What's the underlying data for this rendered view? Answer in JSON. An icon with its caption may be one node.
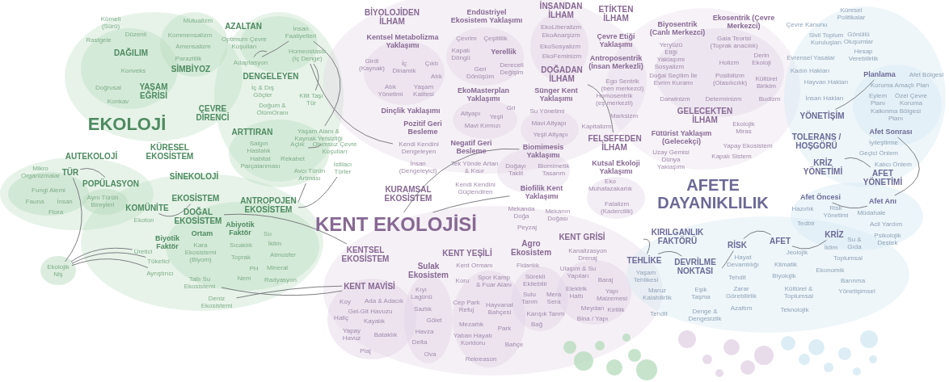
{
  "diagram": {
    "nodes": [
      {
        "text": [
          "İnsan Faaliyetleri"
        ]
      },
      {
        "text": [
          "Optimum Çevre Koşulları"
        ]
      },
      {
        "text": [
          "Homeostasis (İç Denge)"
        ]
      },
      {
        "text": [
          "Adaptasyon"
        ]
      },
      {
        "text": [
          "Kilit Taşı Tür"
        ]
      },
      {
        "text": [
          "Yaşam Alanı & Kaynak Yetsizliği"
        ]
      },
      {
        "text": [
          "Olumsuz Çevre Koşulları"
        ]
      },
      {
        "text": [
          "İstilacı Türler"
        ]
      },
      {
        "text": [
          "Avcı Türün Artması"
        ]
      },
      {
        "text": [
          "TÜR"
        ]
      },
      {
        "text": [
          "POPÜLASYON"
        ]
      },
      {
        "text": [
          "KOMÜNİTE"
        ]
      },
      {
        "text": [
          "EKOSİSTEM"
        ]
      },
      {
        "text": [
          "ANTROPOJEN EKOSİSTEM"
        ]
      },
      {
        "text": [
          "DOĞAL EKOSİSTEM"
        ]
      },
      {
        "text": [
          "Üretici"
        ]
      },
      {
        "text": [
          "Tüketici"
        ]
      },
      {
        "text": [
          "Ekolojik Niş"
        ]
      },
      {
        "text": [
          "Ayrıştırıcı"
        ]
      },
      {
        "text": [
          "Tatlı Su Ekosistemi"
        ]
      },
      {
        "text": [
          "Deniz Ekosistemi"
        ]
      },
      {
        "text": [
          "Kendi Kendini Dengeleyen"
        ]
      },
      {
        "text": [
          "DOĞADAN İLHAM"
        ]
      },
      {
        "text": [
          "FELSEFEDEN İLHAM"
        ]
      },
      {
        "text": [
          "Biomimesis Yaklaşımı"
        ]
      },
      {
        "text": [
          "KURAMSAL EKOSİSTEM"
        ]
      },
      {
        "text": [
          "Biofilik Kent Yaklaşımı"
        ]
      },
      {
        "text": [
          "KENT EKOLOJİSİ"
        ]
      },
      {
        "text": [
          "KENTSEL EKOSİSTEM"
        ]
      },
      {
        "text": [
          "KENT MAVİSİ"
        ]
      },
      {
        "text": [
          "Planlama"
        ]
      },
      {
        "text": [
          "YÖNETİŞİM"
        ]
      },
      {
        "text": [
          "Afet Sonrası"
        ]
      },
      {
        "text": [
          "KRİZ YÖNETİMİ"
        ]
      },
      {
        "text": [
          "AFET YÖNETİMİ"
        ]
      },
      {
        "text": [
          "Afet Öncesi"
        ]
      },
      {
        "text": [
          "Afet Anı"
        ]
      },
      {
        "text": [
          "KIRILGANLIK FAKTÖRÜ"
        ]
      },
      {
        "text": [
          "KRİZ"
        ]
      },
      {
        "text": [
          "AFET"
        ]
      },
      {
        "text": [
          "RİSK"
        ]
      },
      {
        "text": [
          "TEHLİKE"
        ]
      },
      {
        "text": [
          "DEVRİLME NOKTASI"
        ]
      }
    ],
    "edges": [
      {
        "from": 1,
        "to": 3,
        "arrow": "none"
      },
      {
        "from": 3,
        "to": 0,
        "arrow": "none"
      },
      {
        "from": 2,
        "to": 4,
        "arrow": "none"
      },
      {
        "from": 0,
        "to": 5,
        "arrow": "none"
      },
      {
        "from": 5,
        "to": 6,
        "arrow": "none"
      },
      {
        "from": 2,
        "to": 21,
        "arrow": "none"
      },
      {
        "from": 13,
        "to": 8,
        "arrow": "none"
      },
      {
        "from": 13,
        "to": 7,
        "arrow": "none"
      },
      {
        "from": 9,
        "to": 10,
        "arrow": "none"
      },
      {
        "from": 9,
        "to": 17,
        "arrow": "none"
      },
      {
        "from": 11,
        "to": 12,
        "arrow": "none"
      },
      {
        "from": 15,
        "to": 17,
        "arrow": "none"
      },
      {
        "from": 16,
        "to": 17,
        "arrow": "none"
      },
      {
        "from": 18,
        "to": 17,
        "arrow": "none"
      },
      {
        "from": 14,
        "to": 28,
        "arrow": "none"
      },
      {
        "from": 19,
        "to": 29,
        "arrow": "none"
      },
      {
        "from": 20,
        "to": 29,
        "arrow": "none"
      },
      {
        "from": 24,
        "to": 27,
        "arrow": "none"
      },
      {
        "from": 26,
        "to": 27,
        "arrow": "none"
      },
      {
        "from": 22,
        "to": 23,
        "arrow": "none"
      },
      {
        "from": 31,
        "to": 30,
        "arrow": "none"
      },
      {
        "from": 32,
        "to": 36,
        "arrow": "none"
      },
      {
        "from": 33,
        "to": 34,
        "arrow": "none"
      },
      {
        "from": 35,
        "to": 36,
        "arrow": "none"
      },
      {
        "from": 37,
        "to": 41,
        "arrow": "none"
      },
      {
        "from": 41,
        "to": 42,
        "arrow": "none"
      },
      {
        "from": 42,
        "to": 40,
        "arrow": "none"
      },
      {
        "from": 40,
        "to": 39,
        "arrow": "none"
      },
      {
        "from": 39,
        "to": 38,
        "arrow": "none"
      }
    ],
    "labels": [
      "Kümeli (Sürü)",
      "Mutualizm",
      "Düzenli",
      "Kommensalizm",
      "AZALTAN",
      "Rastgele",
      "Amensalizm",
      "DAĞILIM",
      "Parazitlik",
      "SİMBİYOZ",
      "Konveks",
      "DENGELEYEN",
      "Doğrusal",
      "YAŞAM EĞRİSİ",
      "İç & Dış Göçler",
      "Konkav",
      "Doğum & ÖlümOranı",
      "ÇEVRE DİRENCİ",
      "EKOLOJİ",
      "ARTTIRAN",
      "Salgın Hastalık",
      "Açlık",
      "KÜRESEL EKOSİSTEM",
      "AUTEKOLOJİ",
      "Rekabet",
      "Habitat Parçalanması",
      "Mikro Organizmalar",
      "SİNEKOLOJİ",
      "Fungi Alemi",
      "Fauna",
      "İnsan",
      "Aynı Türün Bireyleri",
      "Flora",
      "Ekoton",
      "Abiyotik Faktör",
      "Ortam",
      "Su",
      "Biyotik Faktör",
      "Sıcaklık",
      "İklim",
      "Kara Ekosistemi (Biyom)",
      "Toprak",
      "Atmosfer",
      "PH",
      "Mineral",
      "Nem",
      "Radyasyon",
      "BİYOLOJİDEN İLHAM",
      "Endüstriyel Ekosistem Yaklaşımı",
      "İNSANDAN İLHAM",
      "ETİKTEN İLHAM",
      "Kentsel Metabolizma Yaklaşımı",
      "Çevrim",
      "Çeşitlilik",
      "EkoLiberalizm",
      "EkoAnarşizm",
      "Çevre Etiği Yaklaşımı",
      "EkoSosyalizm",
      "Kapalı Döngü",
      "Yerellik",
      "EkoFeminizm",
      "Girdi (Kaynak)",
      "İç Dinamik",
      "Çıktı",
      "Atık",
      "Geri Dönüşüm",
      "Dereceli Değişim",
      "Antroposentrik (İnsan Merkezli)",
      "Atık Yönetimi",
      "Yaşam Kalitesi",
      "EkoMasterplan Yaklaşımı",
      "Sünger Kent Yaklaşımı",
      "Ego Sentrik (ben merkezci)",
      "Homosentrik (eş merkezli)",
      "Gri",
      "Dinçlik Yaklaşımı",
      "Su Yönetimi",
      "Altyapı",
      "Marksizm",
      "Yeşil",
      "Mavi Kırmızı",
      "Mavi Altyapı",
      "Kapitalizm",
      "Pozitif Geri Besleme",
      "Yeşil Altyapı",
      "Negatif Geri Besleme",
      "İnsan (Dengeleyici)",
      "Tek Yönde Artan & Kısır",
      "Doğayı Taklit",
      "Biomimetik Tasarım",
      "Kutsal Ekoloji Yaklaşımı",
      "Kendi Kendini Güçlendiren",
      "Eko Muhafazakarlık",
      "Mekanda Doğa",
      "Fatalizm (Kadercilik)",
      "Mekanın Doğası",
      "Peyzaj",
      "KENT GRİSİ",
      "Agro Ekosistem",
      "KENT YEŞİLİ",
      "Kanalizasyon Drenaj",
      "Kent Ormanı",
      "Fidanlık",
      "Sulak Ekosistem",
      "Ulaşım & Su Yapıları",
      "Baraj",
      "Sürekli Ekilebilir",
      "Koru",
      "Spor Kamp & Fuar Alanı",
      "Kıyı Lagünü",
      "Elektrik Hattı",
      "Yapı Malzemesi",
      "Koy",
      "Ada & Adacık",
      "Sulu Tarım",
      "Mera Sera",
      "Cep Park Refuj",
      "Hayvanat Bahçesi",
      "Sazlık",
      "Meydan",
      "Kirlilik",
      "Gel-Git Havuzu",
      "Karışık Tarım",
      "Haliç",
      "Kayalık",
      "Gölet",
      "Bina / Yapı",
      "Mezarlık",
      "Park",
      "Bağ",
      "Havza",
      "Yapay Havuz",
      "Bataklık",
      "Yaban Hayatı Koridoru",
      "Bahçe",
      "Delta",
      "Plaj",
      "Ova",
      "Rekreason",
      "Ekosentrik (Çevre Merkezci)",
      "Biyosentrik (Canlı Merkezci)",
      "Gaia Teorisi (Toprak anacılık)",
      "Yeryüzü Etiği Yaklaşımı",
      "Holizm",
      "Derin Ekoloji",
      "Sosyalizm",
      "Doğal Seçilim İle Evrim Kuramı",
      "Posibilizm (Olasılıcılık)",
      "Kültürel Birikim",
      "Darwinizm",
      "Determinizm",
      "Budizm",
      "GELECEKTEN İLHAM",
      "Ekolojik Miras",
      "Fütürist Yaklaşım (Gelecekçi)",
      "Yapay Ekosistem",
      "Uzay Gemisi Dünya Yaklaşımı",
      "Kapalı Sistem",
      "Küresel Politikalar",
      "Çevre Kanunu",
      "Sivil Toplum Kuruluşları",
      "Gönüllü Oluşumlar",
      "Hesap Verebilirlik",
      "Evrensel Yasalar",
      "Kadın Hakları",
      "Afet Bölgesi",
      "Hayvan Hakları",
      "Koruma Amaçlı Plan",
      "İnsan Hakları",
      "Eylem Planı",
      "Özel Çevre Koruma",
      "Kalkınma Bölgesi Planı",
      "TOLERANS / HOŞGÖRÜ",
      "İyileştirme",
      "Geçici Önlem",
      "Kalıcı Önlem",
      "AFETE DAYANIKLILIK",
      "Hazırlık",
      "Risk Yönetimi",
      "Müdahale",
      "Tedbir",
      "Acil Yardım",
      "Su & Gıda",
      "Psikolojik Destek",
      "İklim",
      "Jeolojik",
      "Toplumsal",
      "Hayat Devamlılığı",
      "Klimatik",
      "Ekonomik",
      "Yaşam Tehlikesi",
      "Tehdit",
      "Biyolojik",
      "Barınma",
      "Maruz Kalabilirlik",
      "Eşik Taşma",
      "Zarar Görebilirlik",
      "Kültürel & Toplumsal",
      "Yönetişimsel",
      "Azaltım",
      "Teknolojik",
      "Tehdit",
      "Denge & Dengesizlik"
    ]
  }
}
